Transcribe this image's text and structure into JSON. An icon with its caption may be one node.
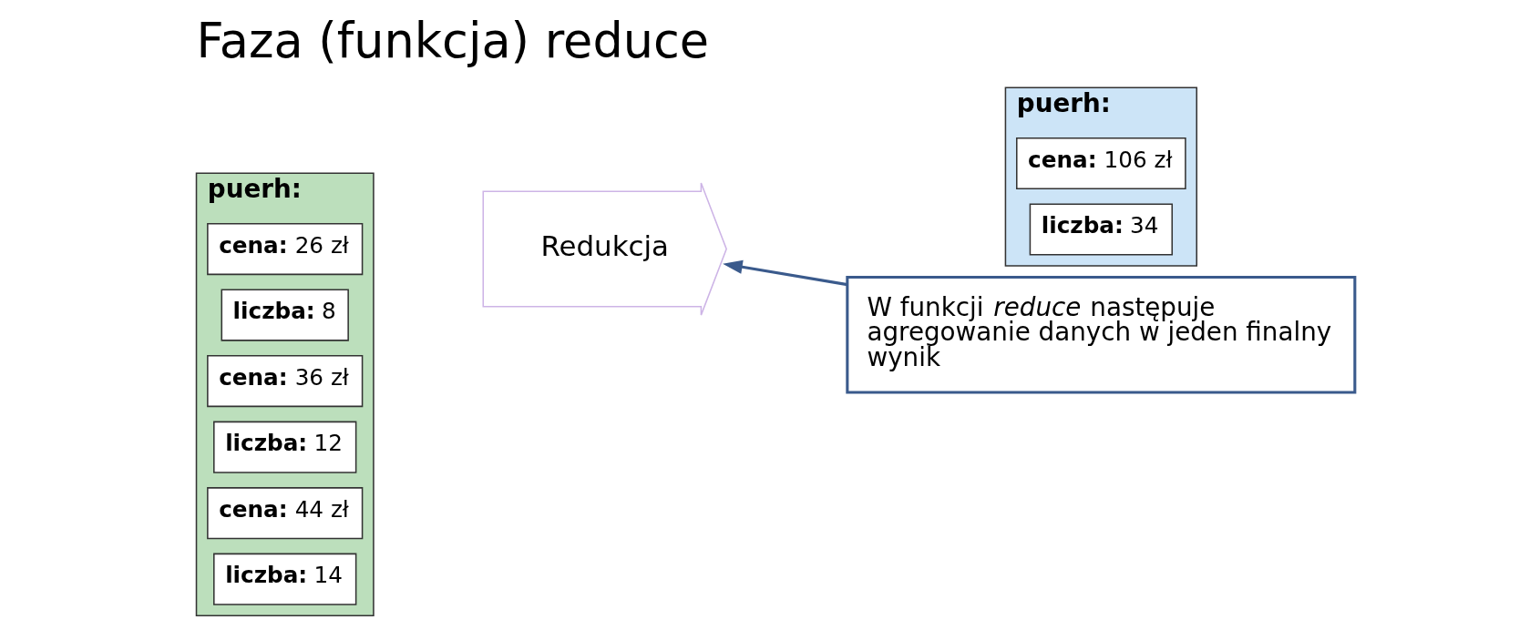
{
  "diagram": {
    "title": "Faza (funkcja) reduce",
    "nodes": [
      {
        "text": [
          "**puerh:**"
        ]
      },
      {
        "text": [
          "**cena:** 26 zł"
        ],
        "in": 0
      },
      {
        "text": [
          "**liczba:** 8"
        ],
        "in": 0
      },
      {
        "text": [
          "**cena:** 36 zł"
        ],
        "in": 0
      },
      {
        "text": [
          "**liczba:** 12"
        ],
        "in": 0
      },
      {
        "text": [
          "**cena:** 44 zł"
        ],
        "in": 0
      },
      {
        "text": [
          "**liczba:** 14"
        ],
        "in": 0
      },
      {
        "text": [
          "Redukcja"
        ]
      },
      {
        "text": [
          "**puerh:**"
        ]
      },
      {
        "text": [
          "**cena:** 106 zł"
        ],
        "in": 8
      },
      {
        "text": [
          "**liczba:** 34"
        ],
        "in": 8
      },
      {
        "text": [
          "W funkcji *reduce* następuje agregowanie danych w jeden finalny wynik"
        ]
      }
    ],
    "edges": [
      {
        "from": 11,
        "to": 7,
        "arrow": "to"
      }
    ]
  }
}
